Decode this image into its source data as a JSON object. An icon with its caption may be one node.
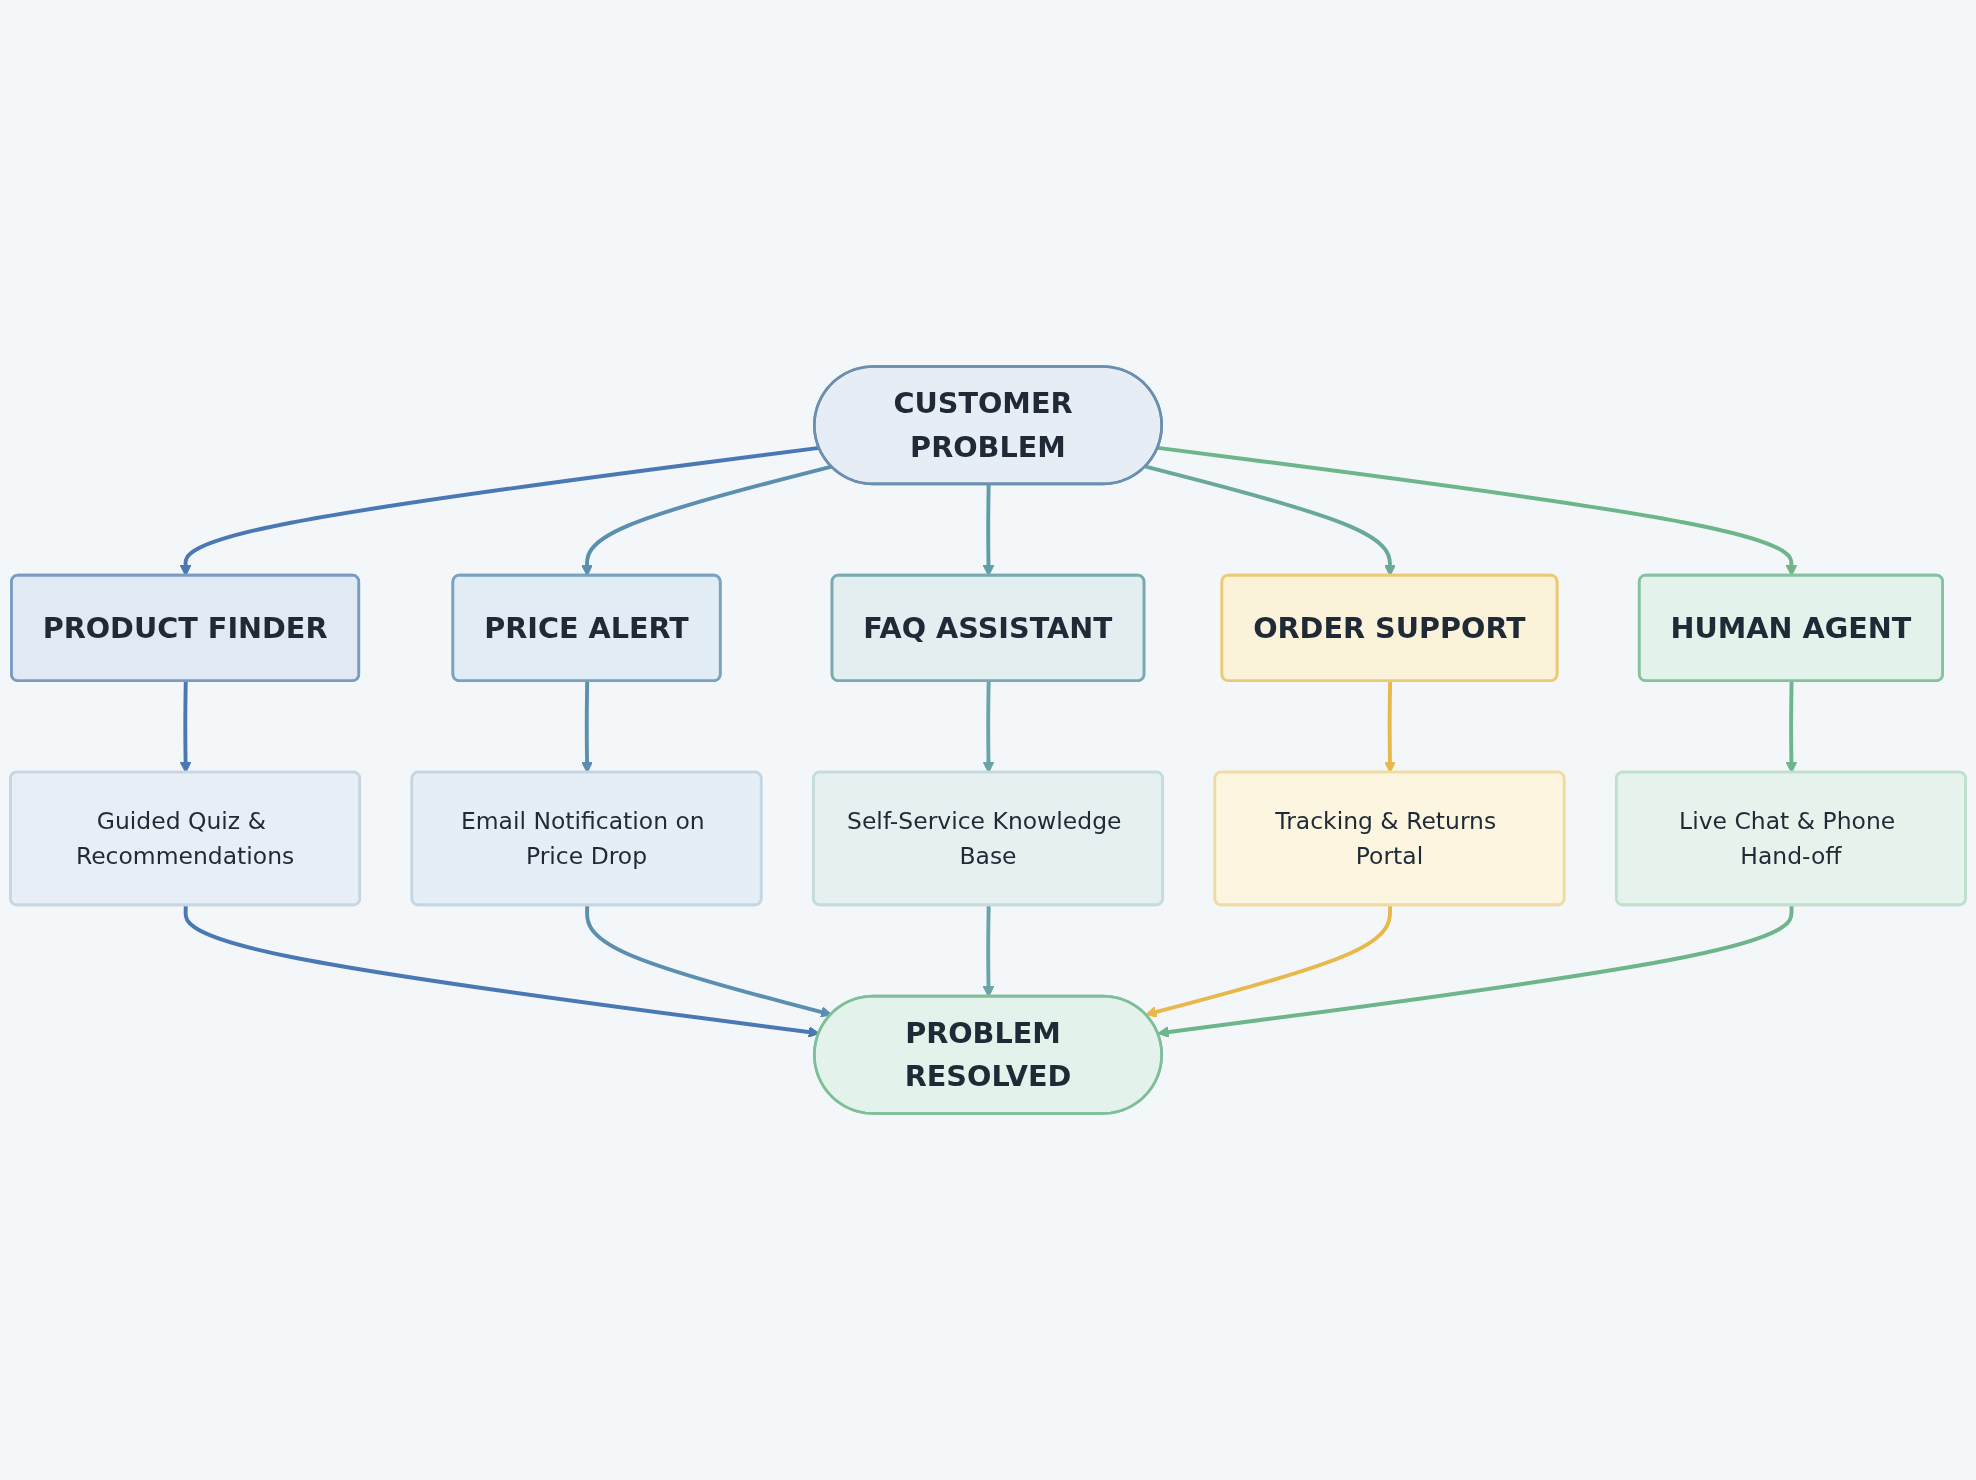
{
  "diagram": {
    "nodes": [
      {
        "text": [
          "CUSTOMER PROBLEM"
        ]
      },
      {
        "text": [
          "PRODUCT FINDER"
        ]
      },
      {
        "text": [
          "PRICE ALERT"
        ]
      },
      {
        "text": [
          "FAQ ASSISTANT"
        ]
      },
      {
        "text": [
          "ORDER SUPPORT"
        ]
      },
      {
        "text": [
          "HUMAN AGENT"
        ]
      },
      {
        "text": [
          "Guided Quiz & Recommendations"
        ]
      },
      {
        "text": [
          "Email Notification on Price Drop"
        ]
      },
      {
        "text": [
          "Self-Service Knowledge Base"
        ]
      },
      {
        "text": [
          "Tracking & Returns Portal"
        ]
      },
      {
        "text": [
          "Live Chat & Phone Hand-off"
        ]
      },
      {
        "text": [
          "PROBLEM RESOLVED"
        ]
      }
    ],
    "edges": [
      {
        "from": 0,
        "to": 1,
        "arrow": "to",
        "color": "#4a78b5"
      },
      {
        "from": 0,
        "to": 2,
        "arrow": "to",
        "color": "#5b8fb0"
      },
      {
        "from": 0,
        "to": 3,
        "arrow": "to",
        "color": "#5f9ea6"
      },
      {
        "from": 0,
        "to": 4,
        "arrow": "to",
        "color": "#6aa89a"
      },
      {
        "from": 0,
        "to": 5,
        "arrow": "to",
        "color": "#6db58a"
      },
      {
        "from": 1,
        "to": 6,
        "arrow": "to",
        "color": "#4a78b5"
      },
      {
        "from": 2,
        "to": 7,
        "arrow": "to",
        "color": "#5b8fb0"
      },
      {
        "from": 3,
        "to": 8,
        "arrow": "to",
        "color": "#6aa3a8"
      },
      {
        "from": 4,
        "to": 9,
        "arrow": "to",
        "color": "#e8b84a"
      },
      {
        "from": 5,
        "to": 10,
        "arrow": "to",
        "color": "#6db58a"
      },
      {
        "from": 6,
        "to": 11,
        "arrow": "to",
        "color": "#4a78b5"
      },
      {
        "from": 7,
        "to": 11,
        "arrow": "to",
        "color": "#5b8fb0"
      },
      {
        "from": 8,
        "to": 11,
        "arrow": "to",
        "color": "#6aa3a8"
      },
      {
        "from": 9,
        "to": 11,
        "arrow": "to",
        "color": "#e8b84a"
      },
      {
        "from": 10,
        "to": 11,
        "arrow": "to",
        "color": "#6db58a"
      }
    ]
  }
}
